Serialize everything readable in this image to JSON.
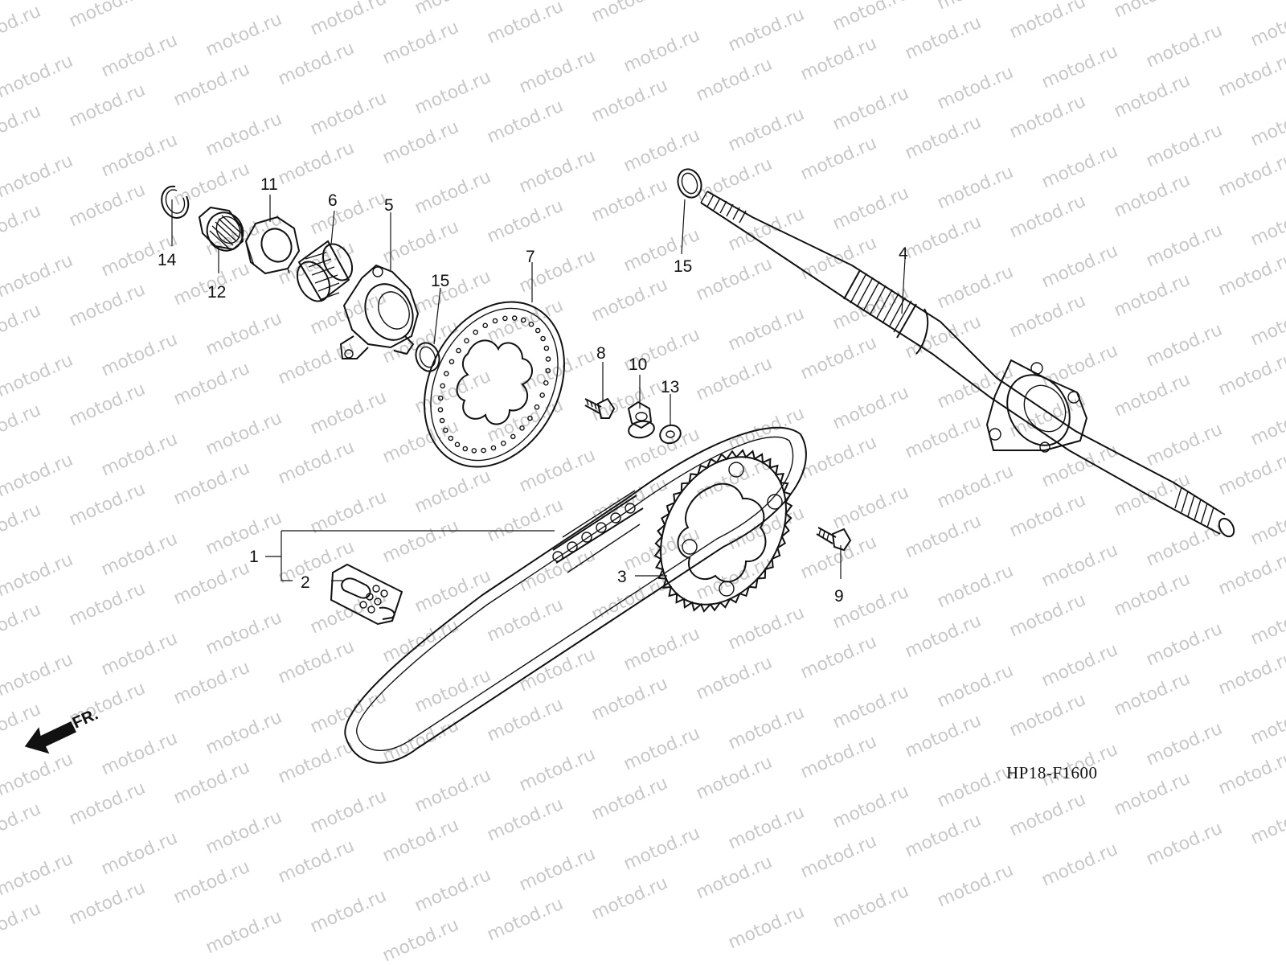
{
  "diagram": {
    "watermark_text": "motod.ru",
    "reference_code": "HP18-F1600",
    "front_indicator": "FR.",
    "callouts": [
      {
        "id": "c1",
        "label": "1"
      },
      {
        "id": "c2",
        "label": "2"
      },
      {
        "id": "c3",
        "label": "3"
      },
      {
        "id": "c4",
        "label": "4"
      },
      {
        "id": "c5",
        "label": "5"
      },
      {
        "id": "c6",
        "label": "6"
      },
      {
        "id": "c7",
        "label": "7"
      },
      {
        "id": "c8",
        "label": "8"
      },
      {
        "id": "c9",
        "label": "9"
      },
      {
        "id": "c10",
        "label": "10"
      },
      {
        "id": "c11",
        "label": "11"
      },
      {
        "id": "c12",
        "label": "12"
      },
      {
        "id": "c13",
        "label": "13"
      },
      {
        "id": "c14",
        "label": "14"
      },
      {
        "id": "c15a",
        "label": "15"
      },
      {
        "id": "c15b",
        "label": "15"
      }
    ]
  }
}
